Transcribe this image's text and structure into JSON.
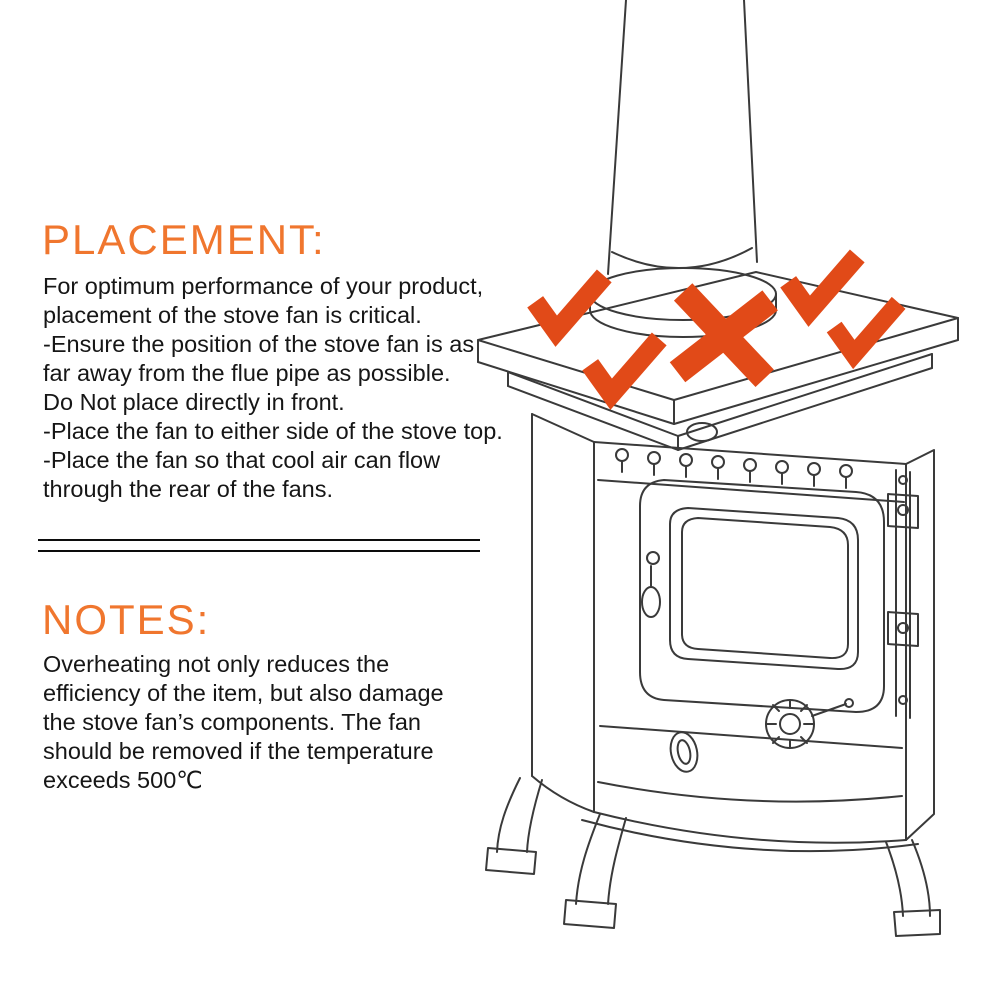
{
  "placement": {
    "heading": "PLACEMENT:",
    "lines": [
      "For optimum performance of your product,",
      "placement of the stove fan is critical.",
      "-Ensure the position of the stove fan is as",
      "far away from the flue pipe as possible.",
      "Do Not place directly in front.",
      "-Place the fan to either side of the stove top.",
      "-Place the fan so that cool air can flow",
      "through the rear of the fans."
    ]
  },
  "notes": {
    "heading": "NOTES:",
    "lines": [
      "Overheating not only reduces the",
      "efficiency of the item, but also damage",
      "the stove fan’s components. The fan",
      "should be removed if the temperature",
      "exceeds 500℃"
    ]
  },
  "illustration": {
    "subject": "wood-burning stove with flue pipe",
    "marks": [
      "check",
      "check",
      "cross",
      "check",
      "check"
    ]
  },
  "colors": {
    "heading_accent": "#f0762e",
    "mark_accent": "#e14a18",
    "line_art": "#3a3a3a",
    "background": "#ffffff"
  }
}
